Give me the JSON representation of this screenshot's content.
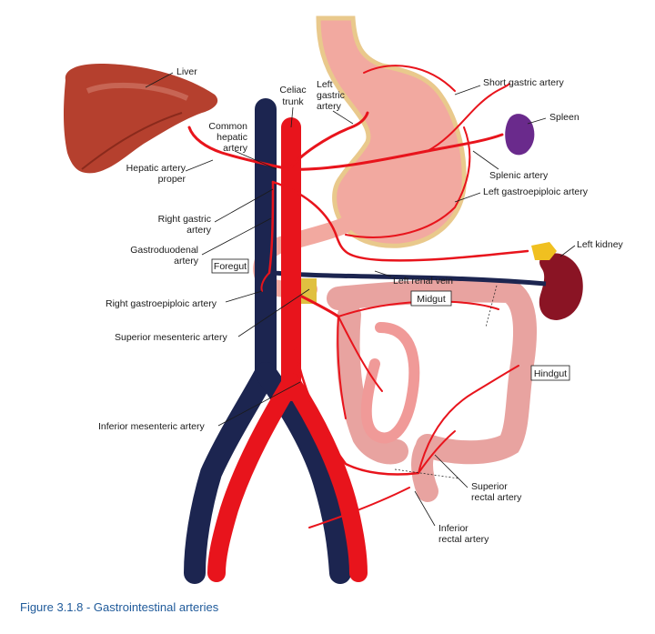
{
  "caption": "Figure 3.1.8 - Gastrointestinal arteries",
  "labels": {
    "liver": "Liver",
    "celiac_1": "Celiac",
    "celiac_2": "trunk",
    "left_gastric_1": "Left",
    "left_gastric_2": "gastric",
    "left_gastric_3": "artery",
    "common_hepatic_1": "Common",
    "common_hepatic_2": "hepatic",
    "common_hepatic_3": "artery",
    "short_gastric": "Short gastric artery",
    "spleen": "Spleen",
    "hepatic_proper_1": "Hepatic artery",
    "hepatic_proper_2": "proper",
    "splenic": "Splenic artery",
    "left_gastroepiploic": "Left gastroepiploic artery",
    "right_gastric_1": "Right gastric",
    "right_gastric_2": "artery",
    "gastroduodenal_1": "Gastroduodenal",
    "gastroduodenal_2": "artery",
    "left_kidney": "Left kidney",
    "foregut": "Foregut",
    "left_renal_vein": "Left renal vein",
    "midgut": "Midgut",
    "right_gastroepiploic": "Right gastroepiploic artery",
    "superior_mesenteric": "Superior mesenteric artery",
    "hindgut": "Hindgut",
    "inferior_mesenteric": "Inferior mesenteric artery",
    "superior_rectal_1": "Superior",
    "superior_rectal_2": "rectal artery",
    "inferior_rectal_1": "Inferior",
    "inferior_rectal_2": "rectal artery"
  },
  "colors": {
    "artery": "#e8141c",
    "vein": "#1c2550",
    "liver": "#b5402e",
    "stomach": "#f2a9a0",
    "stomach_rim": "#e9c98c",
    "intestine": "#e8a3a0",
    "spleen": "#6a2a8c",
    "kidney": "#8a1424",
    "adrenal": "#f0c020",
    "pancreas_tissue": "#e0c040",
    "caption": "#1f5a9a"
  }
}
